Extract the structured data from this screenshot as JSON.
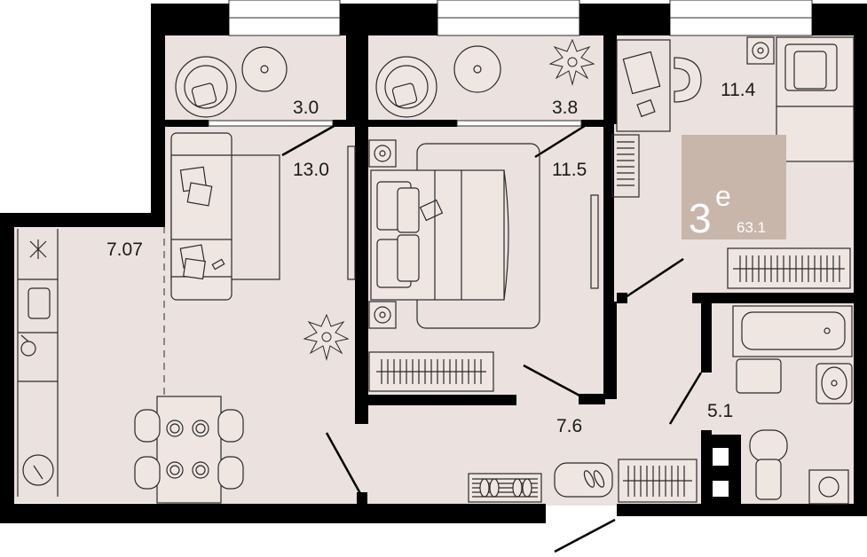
{
  "colors": {
    "floor": "#ebe1de",
    "wall": "#000000",
    "badge": "#c8b6ab",
    "badge_text": "#ffffff",
    "window": "#ffffff"
  },
  "apartment": {
    "rooms_code": "3",
    "rooms_suffix": "е",
    "total_area": "63.1"
  },
  "rooms": [
    {
      "id": "balcony-left",
      "area": "3.0"
    },
    {
      "id": "living-room",
      "area": "13.0"
    },
    {
      "id": "balcony-middle",
      "area": "3.8"
    },
    {
      "id": "bedroom-middle",
      "area": "11.5"
    },
    {
      "id": "bedroom-right",
      "area": "11.4"
    },
    {
      "id": "kitchen",
      "area": "7.07"
    },
    {
      "id": "hallway",
      "area": "7.6"
    },
    {
      "id": "bathroom",
      "area": "5.1"
    }
  ]
}
